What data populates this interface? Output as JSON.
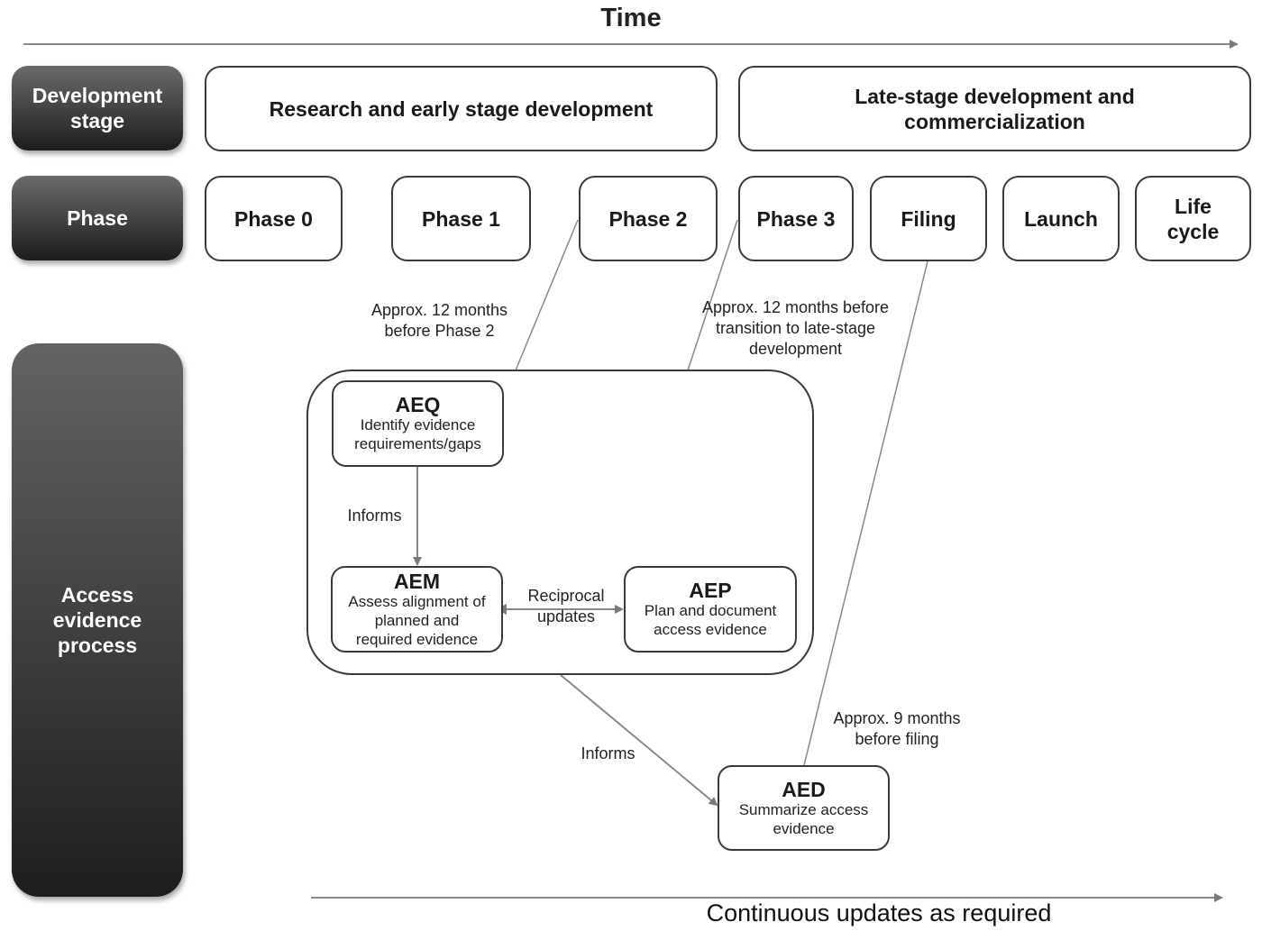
{
  "title": "Time",
  "row_labels": {
    "development_stage": "Development stage",
    "phase": "Phase",
    "access_evidence_process": "Access evidence process"
  },
  "development_stages": [
    {
      "label": "Research and early stage development"
    },
    {
      "label": "Late-stage development and commercialization"
    }
  ],
  "phases": [
    {
      "label": "Phase 0"
    },
    {
      "label": "Phase 1"
    },
    {
      "label": "Phase 2"
    },
    {
      "label": "Phase 3"
    },
    {
      "label": "Filing"
    },
    {
      "label": "Launch"
    },
    {
      "label": "Life cycle"
    }
  ],
  "processes": {
    "aeq": {
      "code": "AEQ",
      "description": "Identify evidence requirements/gaps"
    },
    "aem": {
      "code": "AEM",
      "description": "Assess alignment of planned and required evidence"
    },
    "aep": {
      "code": "AEP",
      "description": "Plan and document access evidence"
    },
    "aed": {
      "code": "AED",
      "description": "Summarize access evidence"
    }
  },
  "annotations": {
    "before_phase2": "Approx. 12 months before Phase 2",
    "before_late_stage": "Approx. 12 months before transition to late-stage development",
    "before_filing": "Approx. 9 months before filing",
    "informs_aeq_aem": "Informs",
    "reciprocal": "Reciprocal updates",
    "informs_aed": "Informs"
  },
  "footer": "Continuous updates as required"
}
